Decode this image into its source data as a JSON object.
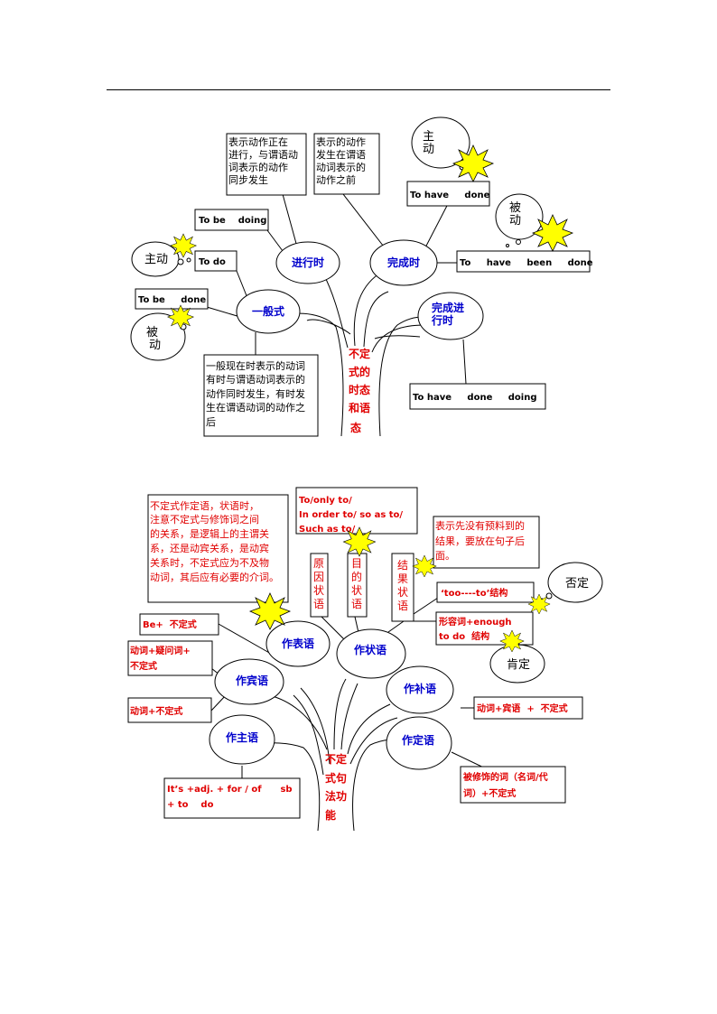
{
  "tree1": {
    "trunk": [
      "不定",
      "式的",
      "时态",
      "和语",
      "态"
    ],
    "nodes": {
      "general": "一般式",
      "progressive": "进行时",
      "perfect": "完成时",
      "perfect_progressive": [
        "完成进",
        "行时"
      ]
    },
    "boxes": {
      "progressive_note": [
        "表示动作正在",
        "进行，与谓语动",
        "词表示的动作",
        "同步发生"
      ],
      "perfect_note": [
        "表示的动作",
        "发生在谓语",
        "动词表示的",
        "动作之前"
      ],
      "to_be_doing": "To be    doing",
      "to_do": "To do",
      "to_be_done": "To be     done",
      "to_have_done": "To have     done",
      "to_have_been_done": "To     have     been     done",
      "to_have_done_doing": "To have     done     doing",
      "general_note": [
        "一般现在时表示的动词",
        "有时与谓语动词表示的",
        "动作同时发生，有时发",
        "生在谓语动词的动作之",
        "后"
      ]
    },
    "clouds": {
      "active_general": "主动",
      "passive_general": [
        "被",
        "动"
      ],
      "active_perfect": [
        "主",
        "动"
      ],
      "passive_perfect": [
        "被",
        "动"
      ]
    }
  },
  "tree2": {
    "trunk": [
      "不定",
      "式句",
      "法功",
      "能"
    ],
    "nodes": {
      "predicative": "作表语",
      "adverbial": "作状语",
      "object": "作宾语",
      "complement": "作补语",
      "subject": "作主语",
      "attributive": "作定语"
    },
    "boxes": {
      "note": [
        "不定式作定语，状语时，",
        "注意不定式与修饰词之间",
        "的关系，是逻辑上的主谓关",
        "系，还是动宾关系，是动宾",
        "关系时，不定式应为不及物",
        "动词，其后应有必要的介词。"
      ],
      "purpose_phrases": [
        "To/only to/",
        "In order to/ so as to/",
        "Such as to/"
      ],
      "result_note": [
        "表示先没有预料到的",
        "结果，要放在句子后",
        "面。"
      ],
      "cause": [
        "原",
        "因",
        "状",
        "语"
      ],
      "purpose": [
        "目",
        "的",
        "状",
        "语"
      ],
      "result": [
        "结",
        "果",
        "状",
        "语"
      ],
      "too_to": "‘too----to’结构",
      "adj_enough": [
        "形容词+enough",
        "to do  结构"
      ],
      "be_inf": "Be+  不定式",
      "verb_wh_inf": [
        "动词+疑问词+",
        "不定式"
      ],
      "verb_inf": "动词+不定式",
      "verb_obj_inf": "动词+宾语  +  不定式",
      "its_adj": [
        "It’s +adj. + for / of      sb",
        "+ to    do"
      ],
      "modified_word": [
        "被修饰的词（名词/代",
        "词）+不定式"
      ]
    },
    "clouds": {
      "negative": "否定",
      "positive": "肯定"
    }
  }
}
